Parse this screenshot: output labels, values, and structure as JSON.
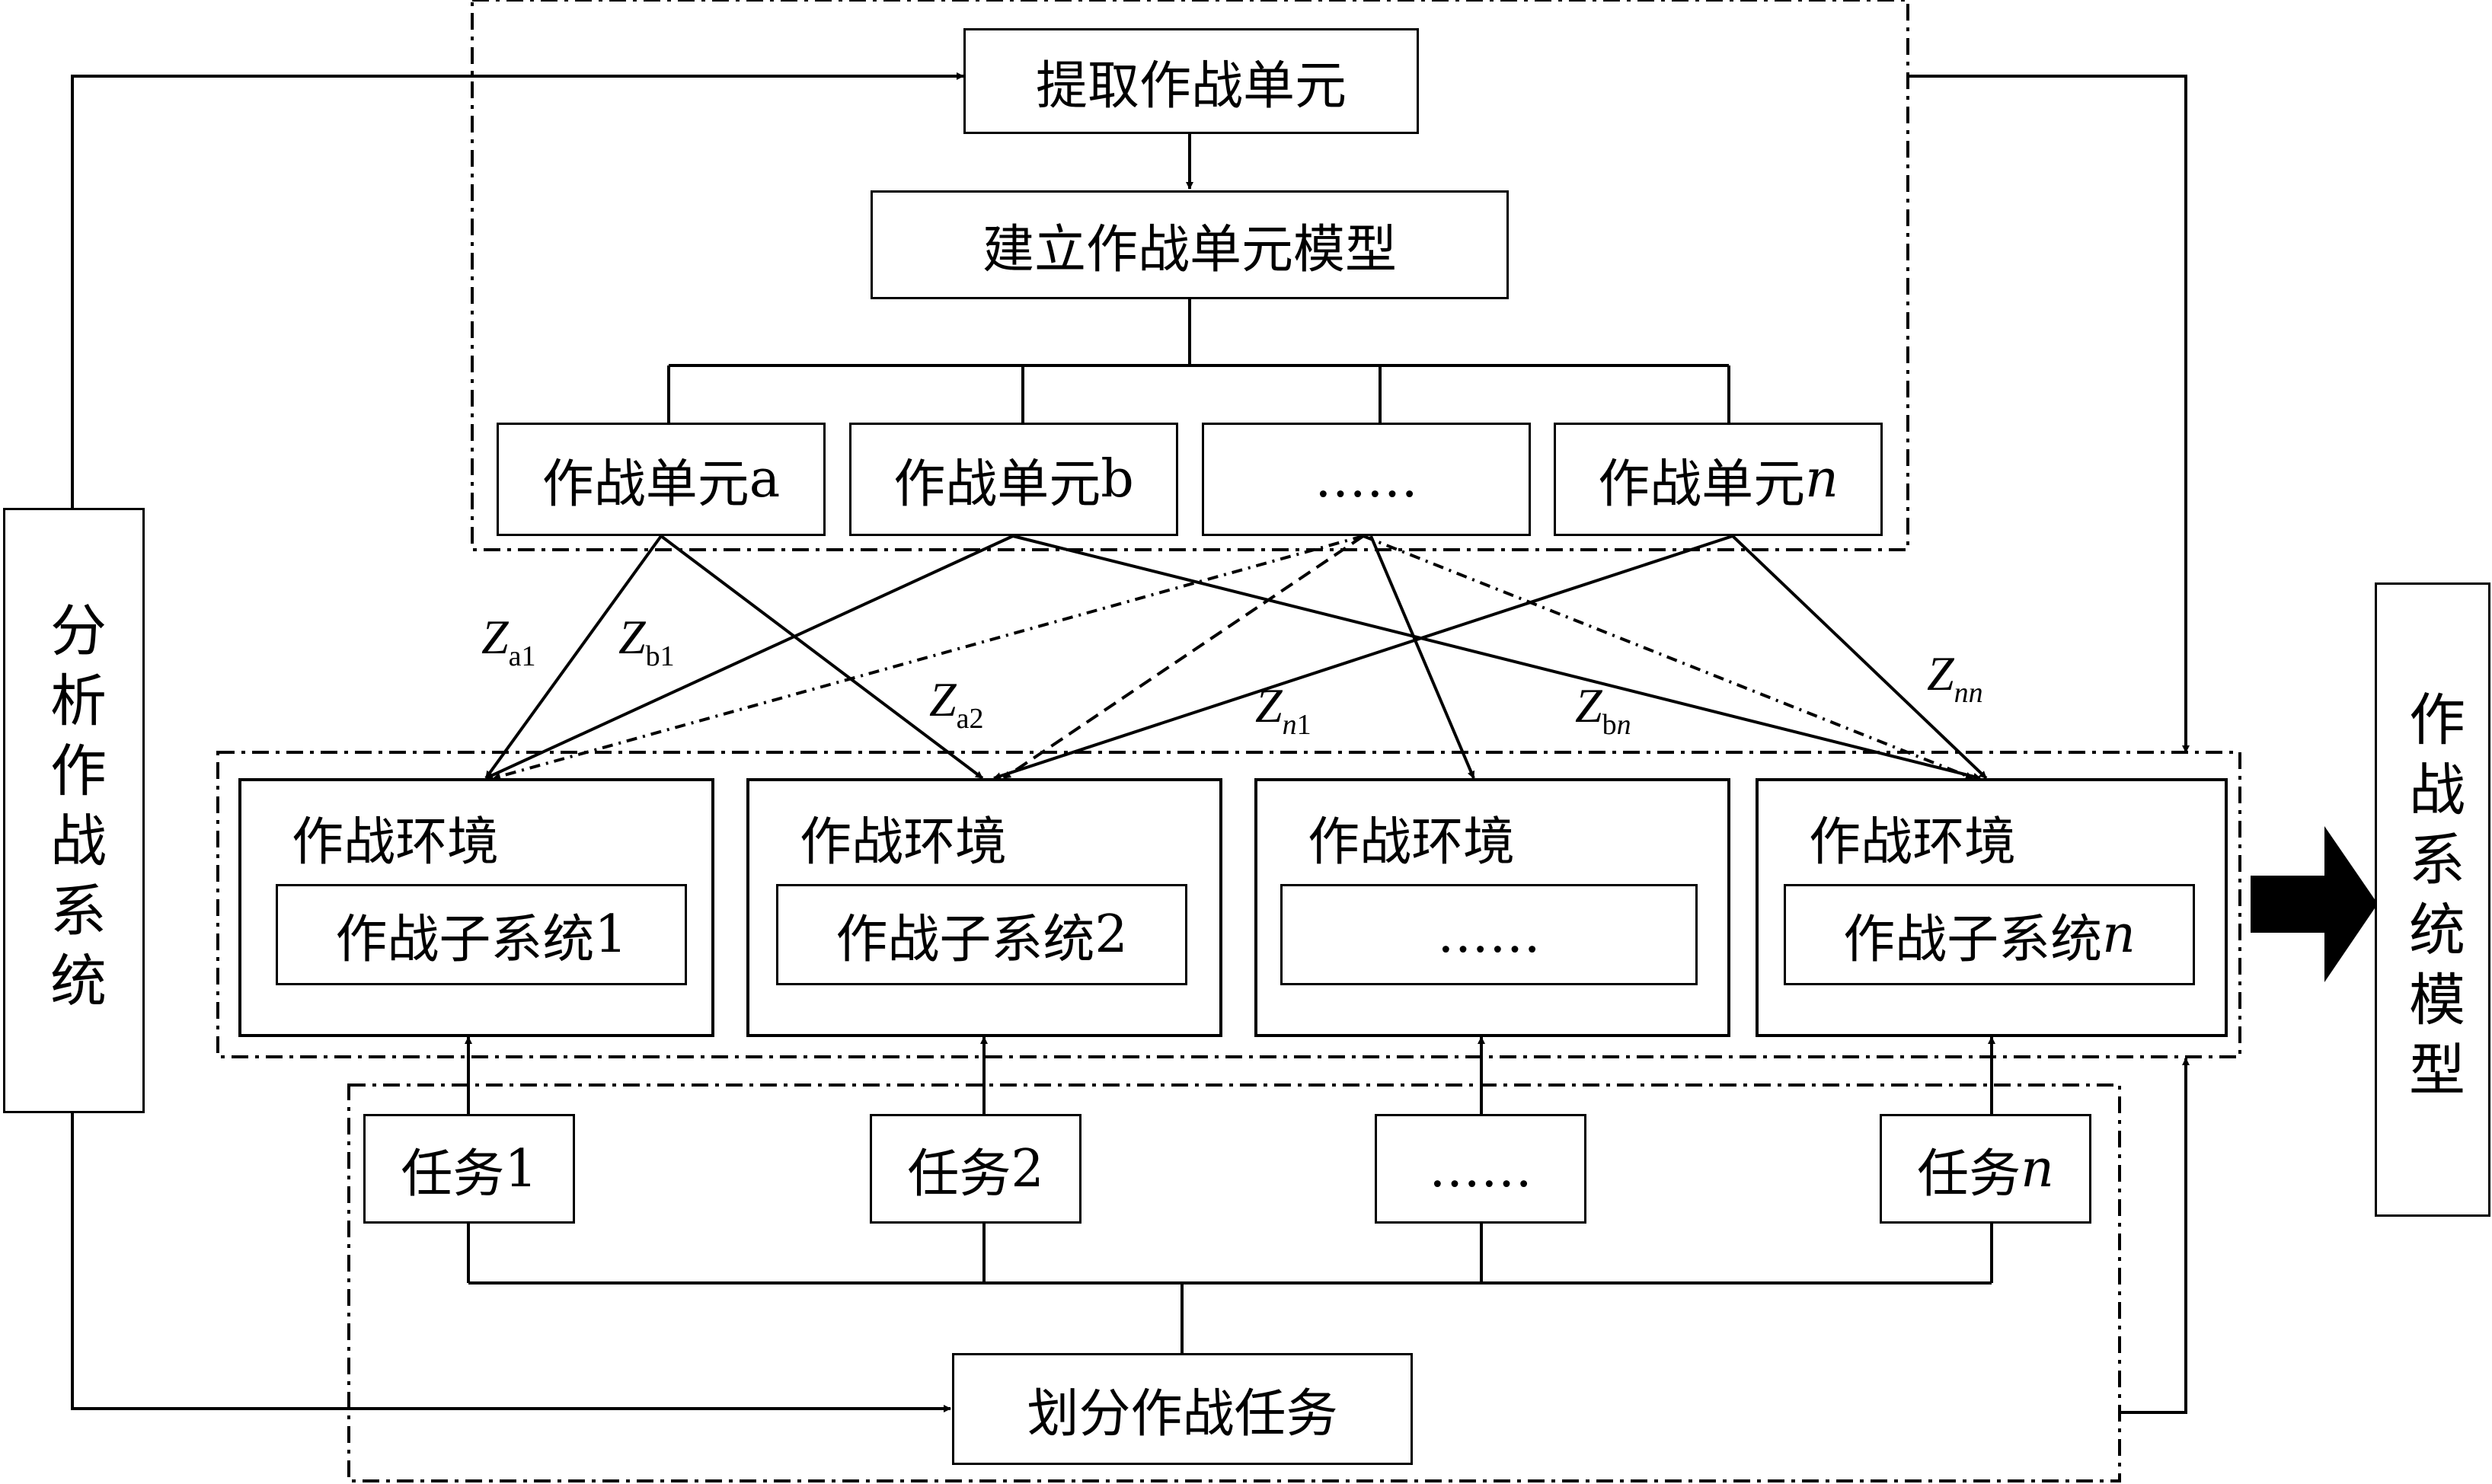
{
  "extract_units": "提取作战单元",
  "build_unit_model": "建立作战单元模型",
  "units": [
    {
      "prefix": "作战单元",
      "suffix": "a",
      "suffix_italic": false
    },
    {
      "prefix": "作战单元",
      "suffix": "b",
      "suffix_italic": false
    },
    {
      "prefix": "……",
      "suffix": "",
      "suffix_italic": false
    },
    {
      "prefix": "作战单元",
      "suffix": "n",
      "suffix_italic": true
    }
  ],
  "relations": [
    {
      "main": "Z",
      "sub": "a1",
      "sub_italic": "",
      "sub_tail": ""
    },
    {
      "main": "Z",
      "sub": "b1",
      "sub_italic": "",
      "sub_tail": ""
    },
    {
      "main": "Z",
      "sub": "a2",
      "sub_italic": "",
      "sub_tail": ""
    },
    {
      "main": "Z",
      "sub": "",
      "sub_italic": "n",
      "sub_tail": "1"
    },
    {
      "main": "Z",
      "sub": "b",
      "sub_italic": "n",
      "sub_tail": ""
    },
    {
      "main": "Z",
      "sub": "",
      "sub_italic": "nn",
      "sub_tail": ""
    }
  ],
  "environment_label": "作战环境",
  "subsystems": [
    {
      "prefix": "作战子系统",
      "suffix": "1",
      "suffix_italic": false
    },
    {
      "prefix": "作战子系统",
      "suffix": "2",
      "suffix_italic": false
    },
    {
      "prefix": "……",
      "suffix": "",
      "suffix_italic": false
    },
    {
      "prefix": "作战子系统",
      "suffix": "n",
      "suffix_italic": true
    }
  ],
  "tasks": [
    {
      "prefix": "任务",
      "suffix": "1",
      "suffix_italic": false
    },
    {
      "prefix": "任务",
      "suffix": "2",
      "suffix_italic": false
    },
    {
      "prefix": "……",
      "suffix": "",
      "suffix_italic": false
    },
    {
      "prefix": "任务",
      "suffix": "n",
      "suffix_italic": true
    }
  ],
  "divide_tasks": "划分作战任务",
  "analyze_system": "分析作战系统",
  "system_model": "作战系统模型"
}
